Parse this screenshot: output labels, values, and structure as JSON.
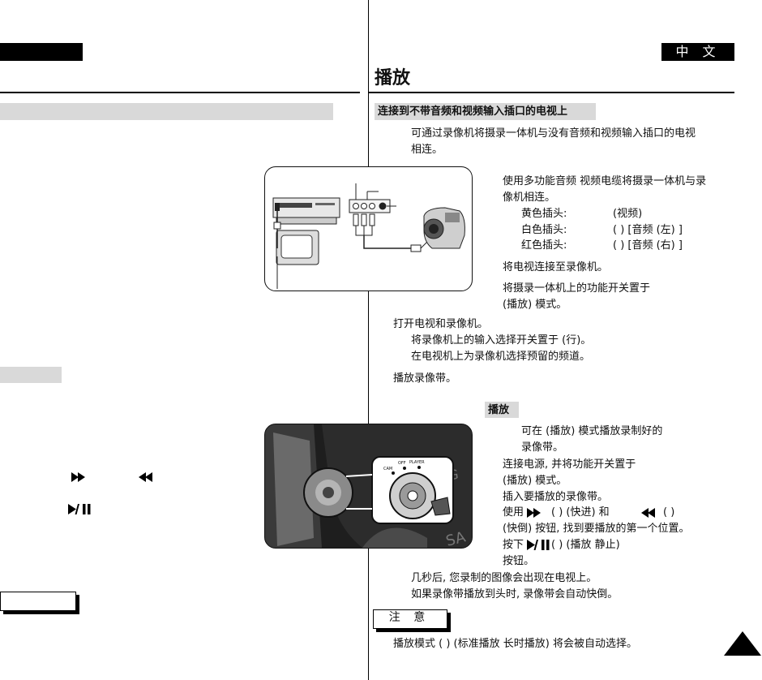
{
  "header": {
    "language_tab": "中 文",
    "page_title": "播放"
  },
  "section": {
    "heading": "连接到不带音频和视频输入插口的电视上",
    "intro_line1": "可通过录像机将摄录一体机与没有音频和视频输入插口的电视",
    "intro_line2": "相连。"
  },
  "connect_steps": {
    "s1_line1": "使用多功能音频 视频电缆将摄录一体机与录",
    "s1_line2": "像机相连。",
    "yellow_plug": "黄色插头:",
    "yellow_desc": "(视频)",
    "white_plug": "白色插头:",
    "white_desc": "(  ) [音频 (左) ]",
    "red_plug": "红色插头:",
    "red_desc": "(  ) [音频 (右) ]",
    "s2": "将电视连接至录像机。",
    "s3_line1": "将摄录一体机上的功能开关置于",
    "s3_line2": "(播放) 模式。",
    "s4": "打开电视和录像机。",
    "s4_a": "将录像机上的输入选择开关置于       (行)。",
    "s4_b": "在电视机上为录像机选择预留的频道。",
    "s5": "播放录像带。"
  },
  "playback": {
    "heading": "播放",
    "p_line1": "可在           (播放) 模式播放录制好的",
    "p_line2": "录像带。",
    "s1_line1": "连接电源, 并将功能开关置于",
    "s1_line2": "(播放) 模式。",
    "s2": "插入要播放的录像带。",
    "s3_pre": "使用",
    "s3_mid": "(    ) (快进) 和",
    "s3_post": "(      )",
    "s3_line2": "(快倒) 按钮, 找到要播放的第一个位置。",
    "s4_pre": "按下",
    "s4_post": "(              ) (播放 静止)",
    "s4_line2": "按钮。",
    "after1": "几秒后, 您录制的图像会出现在电视上。",
    "after2": "如果录像带播放到头时, 录像带会自动快倒。"
  },
  "note": {
    "label": "注 意",
    "text": "播放模式 (      ) (标准播放 长时播放) 将会被自动选择。"
  },
  "diagram": {
    "switch_label1": "CAM",
    "switch_label2": "OFF",
    "switch_label3": "PLAYER"
  }
}
